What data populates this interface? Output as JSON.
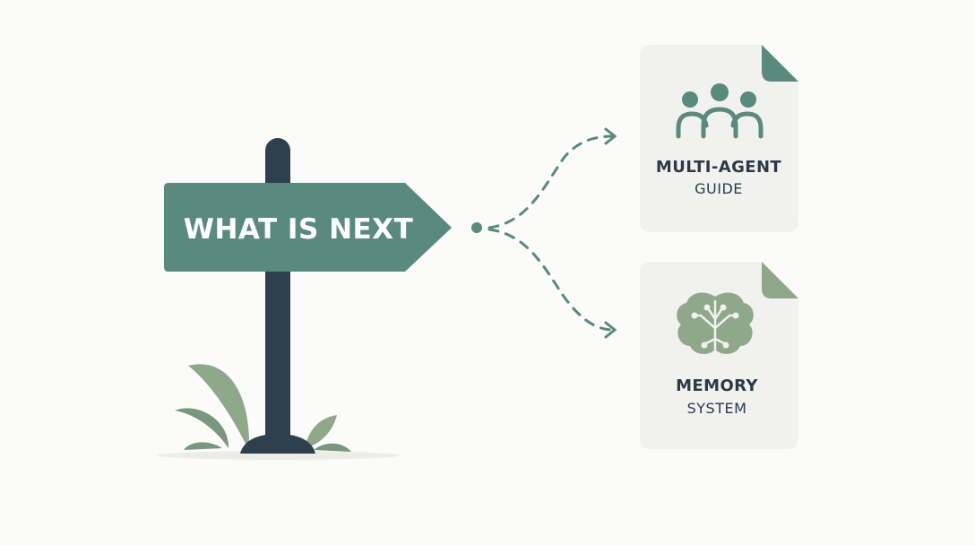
{
  "signpost": {
    "label": "WHAT IS NEXT"
  },
  "cards": [
    {
      "title": "MULTI-AGENT",
      "subtitle": "GUIDE",
      "icon": "people-group-icon"
    },
    {
      "title": "MEMORY",
      "subtitle": "SYSTEM",
      "icon": "brain-circuit-icon"
    }
  ],
  "colors": {
    "background": "#FBFBFA",
    "sign": "#5A8A7D",
    "post": "#2E3F4E",
    "accent": "#5A8A7D",
    "leaf": "#8FA88A",
    "card": "#F1F1EF",
    "text_dark": "#2C3A48"
  }
}
